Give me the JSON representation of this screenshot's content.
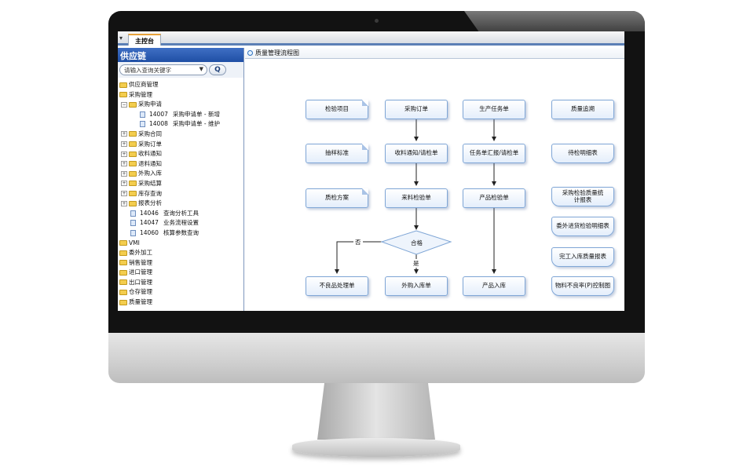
{
  "tab": {
    "label": "主控台"
  },
  "sidebar": {
    "title": "供应链",
    "search_placeholder": "请输入查询关键字",
    "tree": [
      {
        "label": "供应商管理",
        "type": "folder",
        "level": 0
      },
      {
        "label": "采购管理",
        "type": "folder",
        "level": 0
      },
      {
        "label": "采购申请",
        "type": "folder",
        "level": 1,
        "toggle": "−"
      },
      {
        "code": "14007",
        "label": "采购申请单 - 新增",
        "type": "doc",
        "level": 2
      },
      {
        "code": "14008",
        "label": "采购申请单 - 维护",
        "type": "doc",
        "level": 2
      },
      {
        "label": "采购合同",
        "type": "folder",
        "level": 1,
        "toggle": "+"
      },
      {
        "label": "采购订单",
        "type": "folder",
        "level": 1,
        "toggle": "+"
      },
      {
        "label": "收料通知",
        "type": "folder",
        "level": 1,
        "toggle": "+"
      },
      {
        "label": "退料通知",
        "type": "folder",
        "level": 1,
        "toggle": "+"
      },
      {
        "label": "外购入库",
        "type": "folder",
        "level": 1,
        "toggle": "+"
      },
      {
        "label": "采购结算",
        "type": "folder",
        "level": 1,
        "toggle": "+"
      },
      {
        "label": "库存查询",
        "type": "folder",
        "level": 1,
        "toggle": "+"
      },
      {
        "label": "报表分析",
        "type": "folder",
        "level": 1,
        "toggle": "+"
      },
      {
        "code": "14046",
        "label": "查询分析工具",
        "type": "doc",
        "level": 1
      },
      {
        "code": "14047",
        "label": "业务流程设置",
        "type": "doc",
        "level": 1
      },
      {
        "code": "14060",
        "label": "核算参数查询",
        "type": "doc",
        "level": 1
      },
      {
        "label": "VMI",
        "type": "folder",
        "level": 0
      },
      {
        "label": "委外加工",
        "type": "folder",
        "level": 0
      },
      {
        "label": "销售管理",
        "type": "folder",
        "level": 0
      },
      {
        "label": "进口管理",
        "type": "folder",
        "level": 0
      },
      {
        "label": "出口管理",
        "type": "folder",
        "level": 0
      },
      {
        "label": "仓存管理",
        "type": "folder",
        "level": 0
      },
      {
        "label": "质量管理",
        "type": "folder",
        "level": 0
      }
    ]
  },
  "content": {
    "title": "质量管理流程图",
    "nodes": {
      "inspect_item": "检验项目",
      "purchase_order": "采购订单",
      "production_task": "生产任务单",
      "quality_trace": "质量追溯",
      "sampling_std": "抽样标准",
      "receive_notice": "收料通知/请检单",
      "task_report": "任务单汇报/请检单",
      "pending_detail": "待检明细表",
      "qc_plan": "质检方案",
      "incoming_inspect": "来料检验单",
      "product_inspect": "产品检验单",
      "purchase_quality_report": "采购检验质量统计报表",
      "outsource_detail": "委外进货检验明细表",
      "finished_quality_report": "完工入库质量报表",
      "defect_control": "物料不良率(P)控制图",
      "decision": "合格",
      "yes": "是",
      "no": "否",
      "defect_handle": "不良品处理单",
      "purchase_instock": "外购入库单",
      "product_instock": "产品入库"
    }
  }
}
